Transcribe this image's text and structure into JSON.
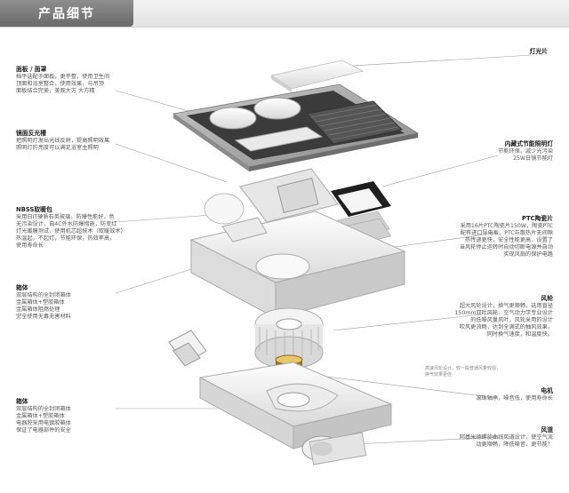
{
  "header": {
    "title": "产品细节"
  },
  "callouts": {
    "light_panel": {
      "title": "灯光片"
    },
    "panel": {
      "title": "面板 / 面罩",
      "desc": "档平选配于面板，更平整，使用卫生间\n顶面和浴室整合，使用效果，与吊顶\n面板结合完美，美观大方 大方精"
    },
    "reflector": {
      "title": "镜面反光槽",
      "desc": "把照明灯发出光线反射，提高照明效果\n照明灯的亮度可以满足浴室主照明"
    },
    "lamp": {
      "title": "内藏式节能照明灯",
      "desc": "节能环保，减少光污染\n25W日镜节能灯"
    },
    "guard": {
      "title": "NBSS取暖包",
      "desc": "采用日IT硬质石英玻璃，防爆性能好，色\n无污染设计，自4C外水防爆措施，防变红\n灯光暖膜测试，使用机芯超技术（取暖效术）\n热温起，不起灯，节能环保，热效率高，\n使用寿命长"
    },
    "ptc": {
      "title": "PTC陶瓷片",
      "desc": "采用16片PTC陶瓷片150W，陶瓷PTC\n配有进口导电板，PTC与散热片无间隙\n热传递更快，安全性能更高，设置了\n当风轮停止运转时自动切断电源并自动\n实现风扇的保护电路"
    },
    "box": {
      "title": "箱体",
      "desc": "双层结构的全封闭箱体\n金属箱体+塑胶箱体\n金属箱体阻燃处理\n完全使用无毒无害材料"
    },
    "wheel": {
      "title": "风轮",
      "desc": "超大风轮设计，换气更顺畅，选用直径\n150mm双叶风轮，空气动力学专业设计\n的低噪风量风叶，风轮采用的设计\n吹风更流畅，达到全满式的抽风效果，\n同时换气速度，和温度快。"
    },
    "wheel_note": {
      "desc": "高速风轮设计，较一般普通风量较强，\n换气效果更佳"
    },
    "motor": {
      "title": "电机",
      "desc": "滚珠轴承，噪音低，使用寿命长"
    },
    "base": {
      "title": "箱体",
      "desc": "双层结构的全封闭箱体\n金属箱体+塑胶箱体\n电器腔采用电镀胶箱体\n保证了电器部件的安全"
    },
    "duct": {
      "title": "风道",
      "desc": "阿基米德螺旋曲线风道设计，使空气流\n动更顺畅，降低噪音，更节能！"
    }
  },
  "colors": {
    "header_tab": "#7a7a7a",
    "white_plastic": "#f4f4f4",
    "frame": "#9a9a9a",
    "dark": "#2a2a2a",
    "brass": "#c9a24a"
  }
}
